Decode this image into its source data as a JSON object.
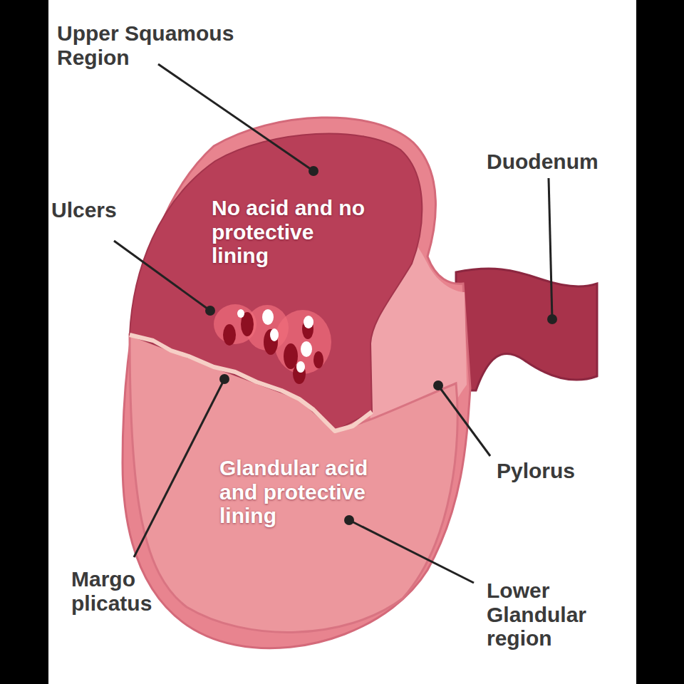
{
  "diagram": {
    "labels": [
      "Upper Squamous Region",
      "Duodenum",
      "Ulcers",
      "No acid and no protective lining",
      "Margo plicatus",
      "Pylorus",
      "Glandular acid and protective lining",
      "Lower Glandular region"
    ]
  }
}
